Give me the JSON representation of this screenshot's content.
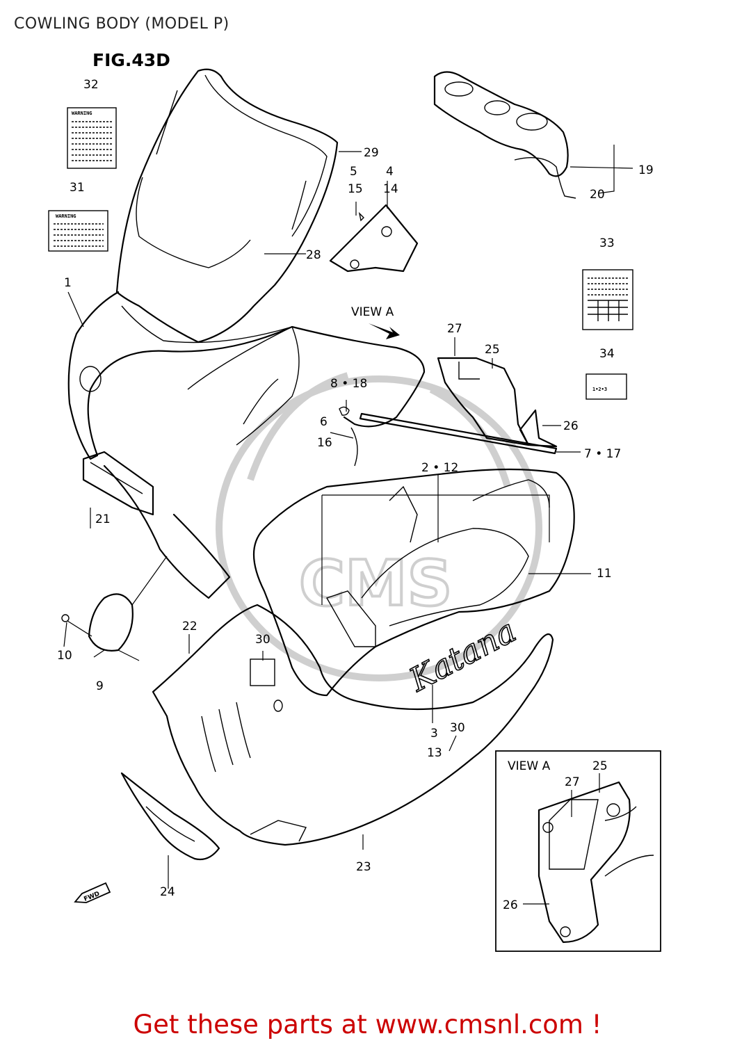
{
  "page_title": "COWLING BODY (MODEL P)",
  "figure_label": "FIG.43D",
  "labels": {
    "p1": "1",
    "p2_12": "2 • 12",
    "p3": "3",
    "p13": "13",
    "p4": "4",
    "p14": "14",
    "p5": "5",
    "p15": "15",
    "p6": "6",
    "p16": "16",
    "p7_17": "7 • 17",
    "p8_18": "8 • 18",
    "p9": "9",
    "p10": "10",
    "p11": "11",
    "p19": "19",
    "p20": "20",
    "p21": "21",
    "p22": "22",
    "p23": "23",
    "p24": "24",
    "p25": "25",
    "p26": "26",
    "p27": "27",
    "p28": "28",
    "p29": "29",
    "p30a": "30",
    "p30b": "30",
    "p31": "31",
    "p32": "32",
    "p33": "33",
    "p34": "34",
    "view_a_arrow": "VIEW A"
  },
  "inset": {
    "title": "VIEW A",
    "l25": "25",
    "l27": "27",
    "l26": "26"
  },
  "stickers": {
    "warning_a": "WARNING",
    "warning_b": "WARNING",
    "sticker34": "1•2•3"
  },
  "fwd_label": "FWD",
  "footer_link": "Get these parts at www.cmsnl.com !"
}
